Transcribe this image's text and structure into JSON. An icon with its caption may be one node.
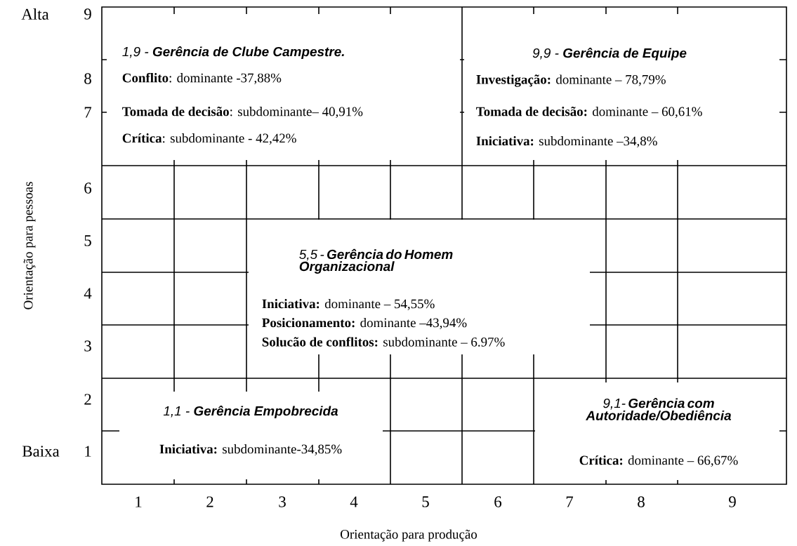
{
  "diagram": {
    "nodes": [
      {
        "text": [
          "1,9 - **Gerência de Clube Campestre.**",
          "**Conflito**: dominante -37,88%",
          "**Tomada de decisão**: subdominante– 40,91%",
          "**Crítica**: subdominante - 42,42%"
        ]
      },
      {
        "text": [
          "9,9 - **Gerência de Equipe**",
          "**Investigação:** dominante – 78,79%",
          "**Tomada de decisão:** dominante – 60,61%",
          "**Iniciativa:** subdominante –34,8%"
        ]
      },
      {
        "text": [
          "5,5 - **Gerência do Homem Organizacional**",
          "**Iniciativa:** dominante – 54,55%",
          "**Posicionamento:** dominante –43,94%",
          "**Solucão de conflitos:** subdominante – 6.97%"
        ]
      },
      {
        "text": [
          "1,1 - **Gerência Empobrecida**",
          "**Iniciativa:** subdominante-34,85%"
        ]
      },
      {
        "text": [
          "9,1- **Gerência com Autoridade/Obediência**",
          "**Crítica:** dominante – 66,67%"
        ]
      }
    ],
    "labels": [
      "Alta",
      "9",
      "8",
      "7",
      "6",
      "5",
      "4",
      "3",
      "2",
      "Baixa",
      "1",
      "1",
      "2",
      "3",
      "4",
      "5",
      "6",
      "7",
      "8",
      "9",
      "Orientação para pessoas",
      "Orientação para produção"
    ]
  }
}
